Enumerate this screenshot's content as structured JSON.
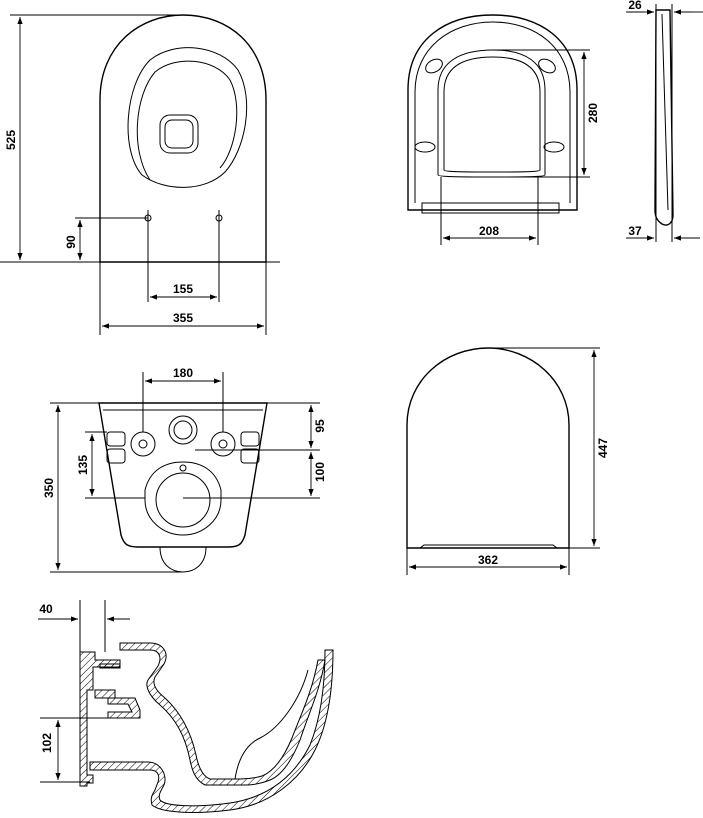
{
  "dimensions": {
    "top_view_length": "525",
    "top_view_mount_height": "90",
    "top_view_hole_spacing": "155",
    "top_view_width": "355",
    "seat_inner_length": "280",
    "seat_inner_width": "208",
    "seat_side_thickness_top": "26",
    "seat_side_thickness_bottom": "37",
    "rear_hole_spacing": "180",
    "rear_upper_offset": "95",
    "rear_lower_offset": "100",
    "rear_side_offset": "135",
    "rear_height": "350",
    "lid_length": "447",
    "lid_width": "362",
    "section_wall_offset": "40",
    "section_outlet_height": "102"
  }
}
